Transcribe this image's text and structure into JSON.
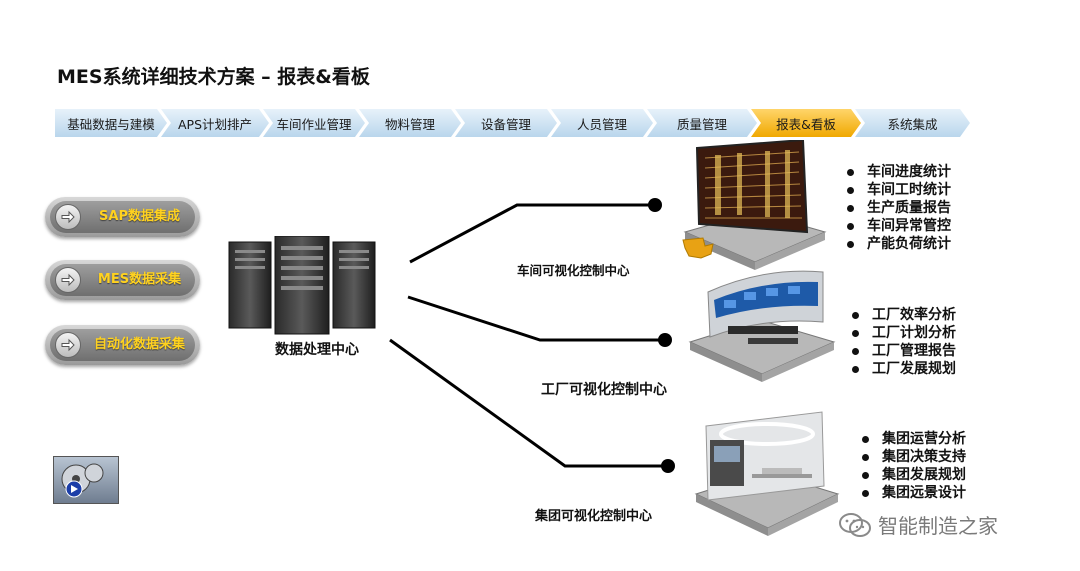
{
  "title": "MES系统详细技术方案 – 报表&看板",
  "tabs": [
    {
      "label": "基础数据与建模",
      "active": false
    },
    {
      "label": "APS计划排产",
      "active": false
    },
    {
      "label": "车间作业管理",
      "active": false
    },
    {
      "label": "物料管理",
      "active": false
    },
    {
      "label": "设备管理",
      "active": false
    },
    {
      "label": "人员管理",
      "active": false
    },
    {
      "label": "质量管理",
      "active": false
    },
    {
      "label": "报表&看板",
      "active": true
    },
    {
      "label": "系统集成",
      "active": false
    }
  ],
  "sources": [
    {
      "label": "SAP数据集成"
    },
    {
      "label": "MES数据采集"
    },
    {
      "label": "自动化数据采集"
    }
  ],
  "hub": {
    "label": "数据处理中心"
  },
  "centers": [
    {
      "label": "车间可视化控制中心",
      "items": [
        "车间进度统计",
        "车间工时统计",
        "生产质量报告",
        "车间异常管控",
        "产能负荷统计"
      ]
    },
    {
      "label": "工厂可视化控制中心",
      "items": [
        "工厂效率分析",
        "工厂计划分析",
        "工厂管理报告",
        "工厂发展规划"
      ]
    },
    {
      "label": "集团可视化控制中心",
      "items": [
        "集团运营分析",
        "集团决策支持",
        "集团发展规划",
        "集团远景设计"
      ]
    }
  ],
  "watermark": "智能制造之家",
  "colors": {
    "tab_active": "#f0a800",
    "tab_normal": "#b9d6ec",
    "pill_text": "#ffd21f"
  }
}
